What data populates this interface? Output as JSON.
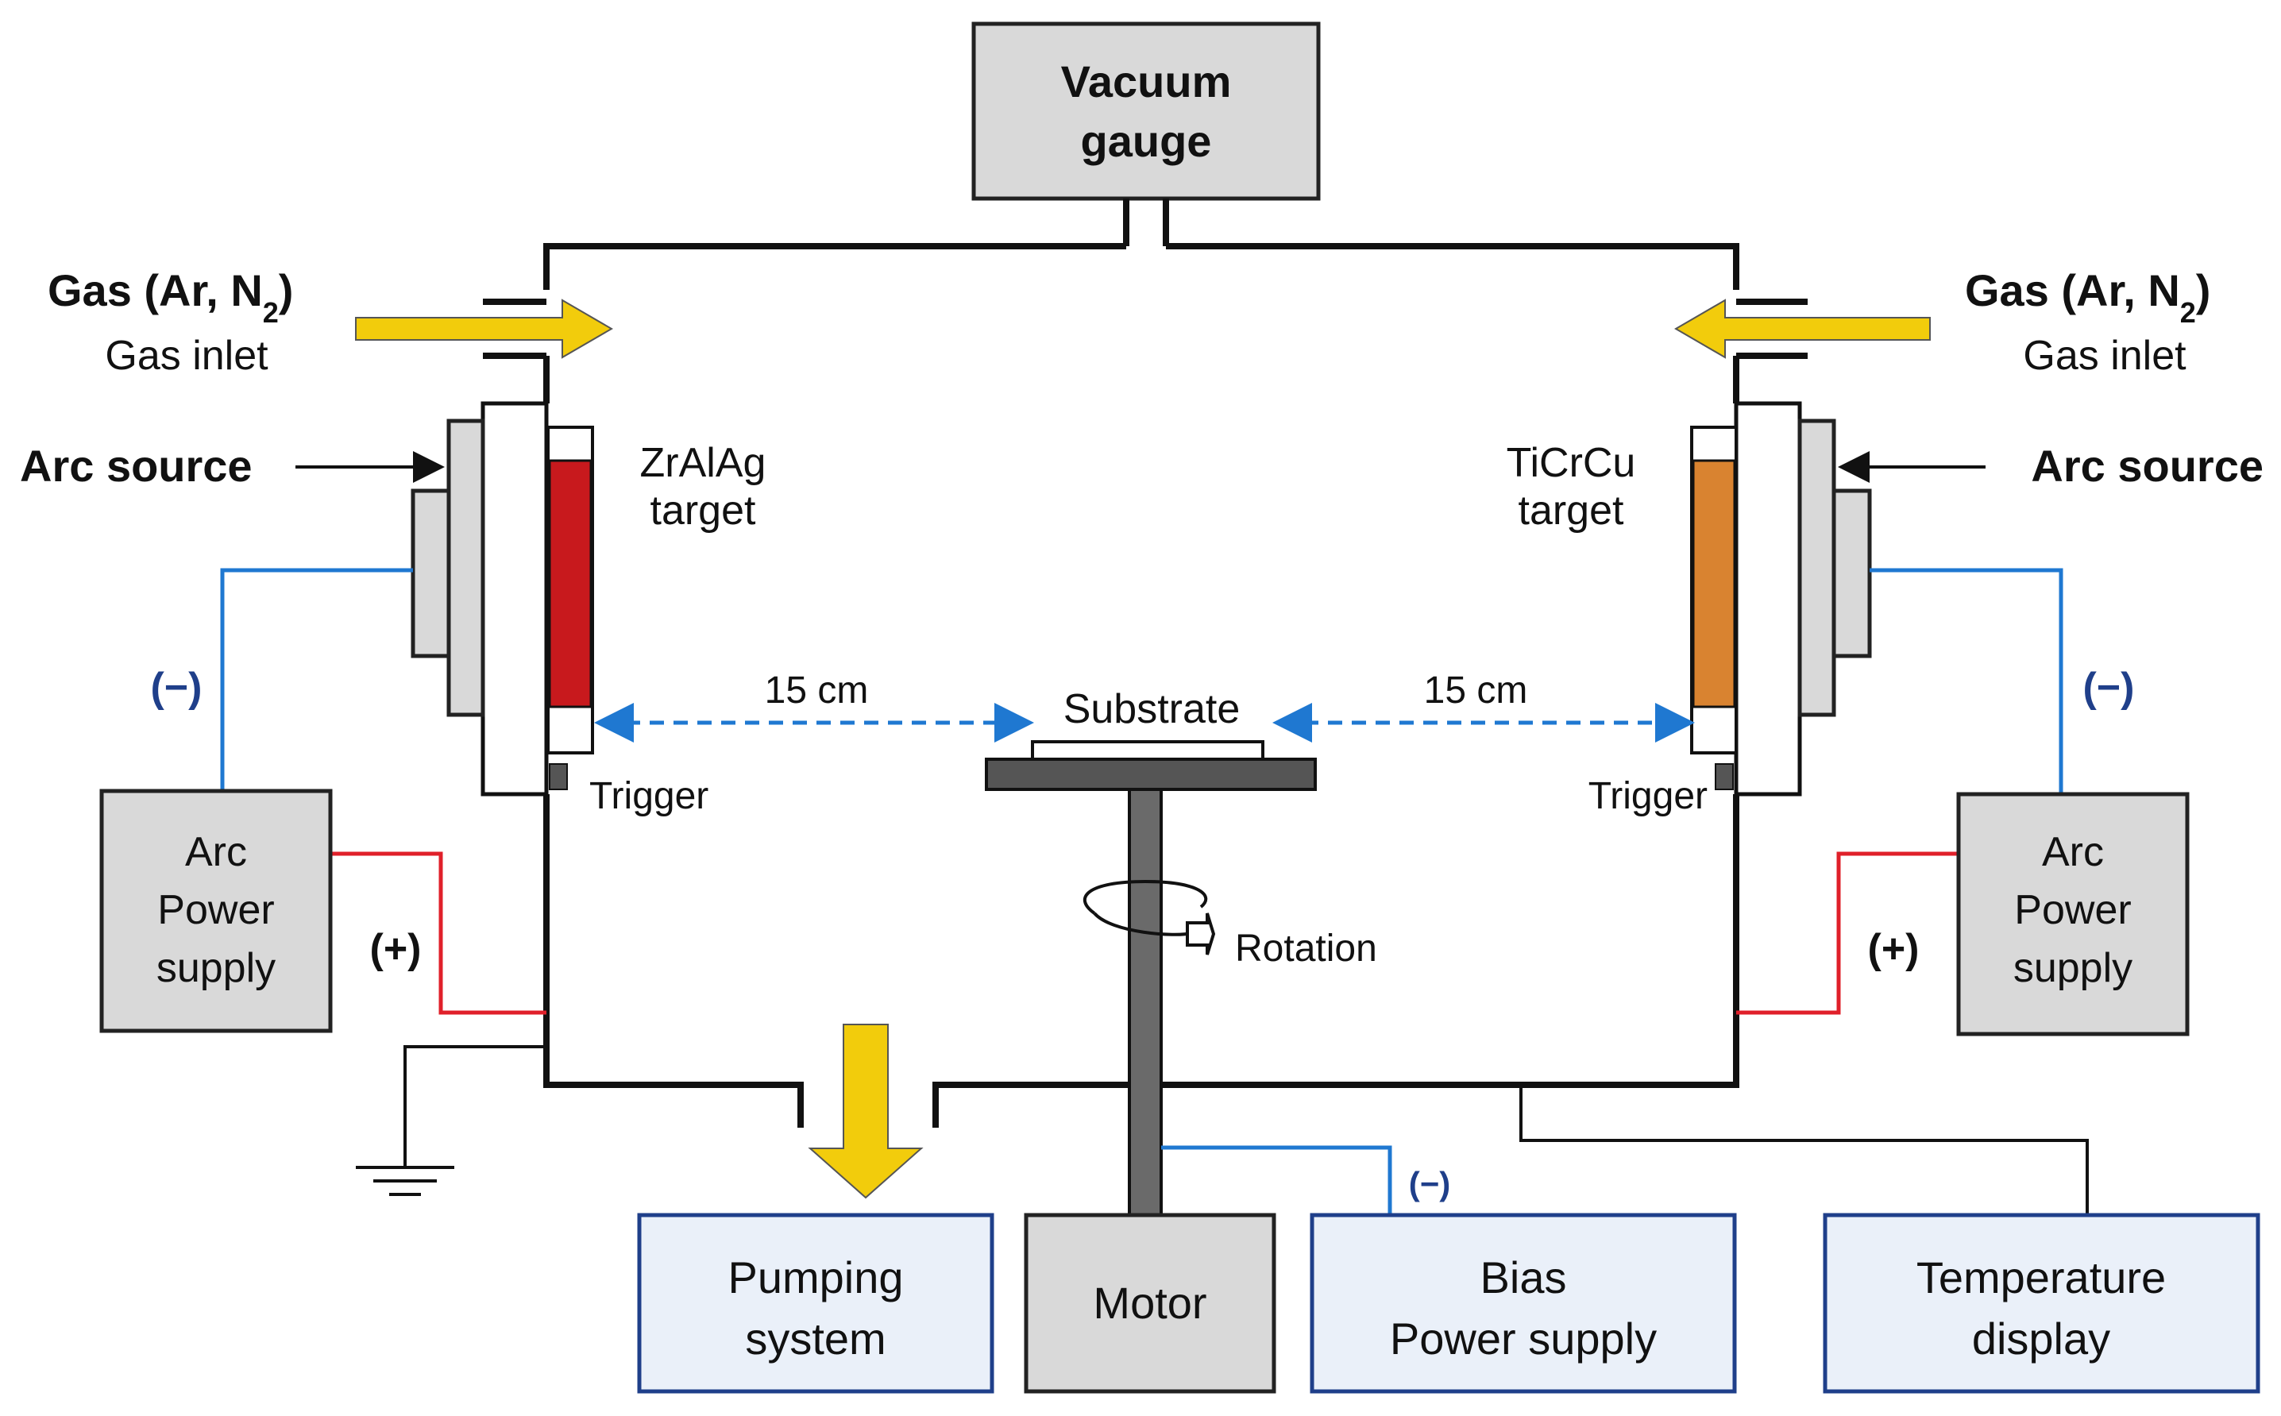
{
  "vacuum_gauge": "Vacuum gauge",
  "gas_left": {
    "line1": "Gas (Ar, N",
    "sub": "2",
    "close": ")",
    "line2": "Gas inlet"
  },
  "gas_right": {
    "line1": "Gas (Ar, N",
    "sub": "2",
    "close": ")",
    "line2": "Gas inlet"
  },
  "arc_source_left": "Arc source",
  "arc_source_right": "Arc source",
  "target_left": {
    "line1": "ZrAlAg",
    "line2": "target",
    "color": "#c8191d"
  },
  "target_right": {
    "line1": "TiCrCu",
    "line2": "target",
    "color": "#d98330"
  },
  "trigger_left": "Trigger",
  "trigger_right": "Trigger",
  "distance_left": "15 cm",
  "distance_right": "15 cm",
  "substrate": "Substrate",
  "rotation": "Rotation",
  "polarity_neg_left": "(−)",
  "polarity_pos_left": "(+)",
  "polarity_neg_right": "(−)",
  "polarity_pos_right": "(+)",
  "polarity_bias": "(−)",
  "arc_power_left": {
    "line1": "Arc",
    "line2": "Power",
    "line3": "supply"
  },
  "arc_power_right": {
    "line1": "Arc",
    "line2": "Power",
    "line3": "supply"
  },
  "pumping": {
    "line1": "Pumping",
    "line2": "system"
  },
  "motor": "Motor",
  "bias": {
    "line1": "Bias",
    "line2": "Power supply"
  },
  "temperature": {
    "line1": "Temperature",
    "line2": "display"
  },
  "colors": {
    "gas_arrow": "#f2cc0c",
    "neg_wire": "#1f78d1",
    "pos_wire": "#e0202a",
    "box_blue_fill": "#eaf0f9",
    "box_gray_fill": "#d9d9d9"
  }
}
